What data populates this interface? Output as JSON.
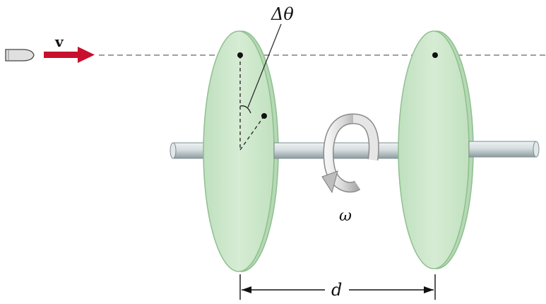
{
  "labels": {
    "velocity": "v",
    "angle": "Δθ",
    "angular_velocity": "ω",
    "distance": "d"
  },
  "colors": {
    "disk_fill": "#cfe8cf",
    "disk_edge": "#8fbf8f",
    "disk_rim": "#b4d9b4",
    "axle": "#c9d3d6",
    "axle_edge": "#7e8c90",
    "arrow": "#c8102e",
    "ink": "#111111"
  },
  "icons": {
    "bullet": "bullet-icon",
    "rotation": "rotation-arrow-icon"
  }
}
